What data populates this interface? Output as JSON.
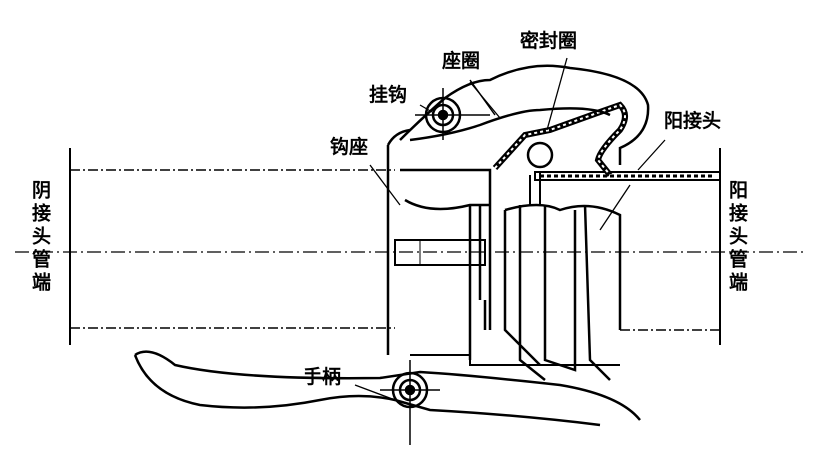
{
  "labels": {
    "seal_ring": "密封圈",
    "seat_ring": "座圈",
    "hook": "挂钩",
    "hook_seat": "钩座",
    "male_joint": "阳接头",
    "female_pipe_end": "阴接头管端",
    "male_pipe_end": "阳接头管端",
    "handle": "手柄"
  },
  "colors": {
    "ink": "#000000",
    "background": "#ffffff"
  }
}
